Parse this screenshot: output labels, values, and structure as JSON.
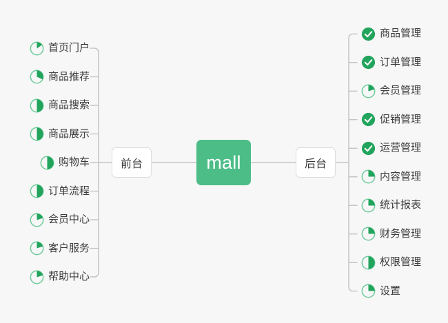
{
  "diagram": {
    "type": "mind-map",
    "background_color": "#f7f7f7",
    "accent_color": "#4cbd87",
    "icon_green": "#22a45d",
    "icon_ring": "#6ecb9b",
    "center": {
      "label": "mall",
      "text_color": "#ffffff",
      "fill_color": "#4cbd87"
    },
    "branches": [
      {
        "side": "left",
        "node_label": "前台",
        "leaves": [
          {
            "label": "首页门户",
            "icon": "pie-progress-icon",
            "progress": 15
          },
          {
            "label": "商品推荐",
            "icon": "pie-progress-icon",
            "progress": 32
          },
          {
            "label": "商品搜索",
            "icon": "pie-progress-icon",
            "progress": 50
          },
          {
            "label": "商品展示",
            "icon": "pie-progress-icon",
            "progress": 50
          },
          {
            "label": "购物车",
            "icon": "pie-progress-icon",
            "progress": 50
          },
          {
            "label": "订单流程",
            "icon": "pie-progress-icon",
            "progress": 50
          },
          {
            "label": "会员中心",
            "icon": "pie-progress-icon",
            "progress": 20
          },
          {
            "label": "客户服务",
            "icon": "pie-progress-icon",
            "progress": 20
          },
          {
            "label": "帮助中心",
            "icon": "pie-progress-icon",
            "progress": 20
          }
        ]
      },
      {
        "side": "right",
        "node_label": "后台",
        "leaves": [
          {
            "label": "商品管理",
            "icon": "check-circle-icon",
            "progress": 100
          },
          {
            "label": "订单管理",
            "icon": "check-circle-icon",
            "progress": 100
          },
          {
            "label": "会员管理",
            "icon": "pie-progress-icon",
            "progress": 20
          },
          {
            "label": "促销管理",
            "icon": "check-circle-icon",
            "progress": 100
          },
          {
            "label": "运营管理",
            "icon": "check-circle-icon",
            "progress": 100
          },
          {
            "label": "内容管理",
            "icon": "pie-progress-icon",
            "progress": 25
          },
          {
            "label": "统计报表",
            "icon": "pie-progress-icon",
            "progress": 25
          },
          {
            "label": "财务管理",
            "icon": "pie-progress-icon",
            "progress": 25
          },
          {
            "label": "权限管理",
            "icon": "pie-progress-icon",
            "progress": 50
          },
          {
            "label": "设置",
            "icon": "pie-progress-icon",
            "progress": 25
          }
        ]
      }
    ]
  }
}
